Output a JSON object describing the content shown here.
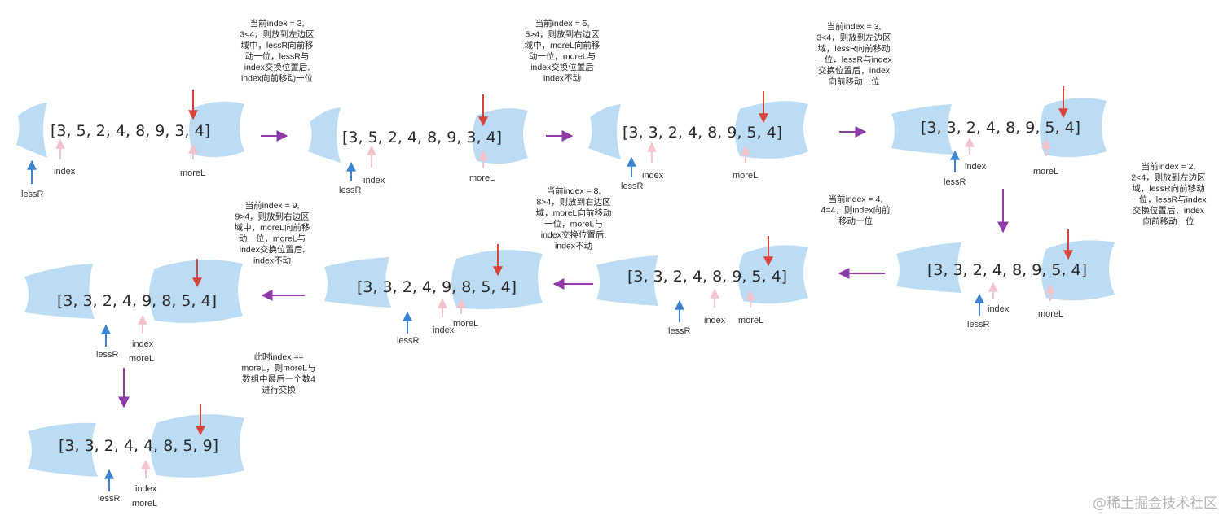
{
  "states": [
    {
      "array": "[3, 5, 2, 4, 8, 9, 3, 4]",
      "less_label": "lessR",
      "index_label": "index",
      "more_label": "moreL"
    },
    {
      "array": "[3, 5, 2, 4, 8, 9, 3, 4]",
      "less_label": "lessR",
      "index_label": "index",
      "more_label": "moreL"
    },
    {
      "array": "[3, 3, 2, 4, 8, 9, 5, 4]",
      "less_label": "lessR",
      "index_label": "index",
      "more_label": "moreL"
    },
    {
      "array": "[3, 3, 2, 4, 8, 9, 5, 4]",
      "less_label": "lessR",
      "index_label": "index",
      "more_label": "moreL"
    },
    {
      "array": "[3, 3, 2, 4, 8, 9, 5, 4]",
      "less_label": "lessR",
      "index_label": "index",
      "more_label": "moreL"
    },
    {
      "array": "[3, 3, 2, 4, 8, 9, 5, 4]",
      "less_label": "lessR",
      "index_label": "index",
      "more_label": "moreL"
    },
    {
      "array": "[3, 3, 2, 4, 9, 8, 5, 4]",
      "less_label": "lessR",
      "index_label": "index",
      "more_label": "moreL"
    },
    {
      "array": "[3, 3, 2, 4, 9, 8, 5, 4]",
      "less_label": "lessR",
      "index_label": "index",
      "more_label": "moreL"
    },
    {
      "array": "[3, 3, 2, 4, 4, 8, 5, 9]",
      "less_label": "lessR",
      "index_label": "index",
      "more_label": "moreL"
    }
  ],
  "notes": [
    [
      "当前index = 3,",
      "3<4，则放到左边区",
      "域中，lessR向前移",
      "动一位，lessR与",
      "index交换位置后,",
      "index向前移动一位"
    ],
    [
      "当前index = 5,",
      "5>4，则放到右边区",
      "域中，moreL向前移",
      "动一位，moreL与",
      "index交换位置后",
      "index不动"
    ],
    [
      "当前index = 3,",
      "3<4，则放到左边区",
      "域，lessR向前移动",
      "一位，lessR与index",
      "交换位置后，index",
      "向前移动一位"
    ],
    [
      "当前index = 2,",
      "2<4，则放到左边区",
      "域，lessR向前移动",
      "一位，lessR与index",
      "交换位置后，index",
      "向前移动一位"
    ],
    [
      "当前index = 4,",
      "4=4，则index向前",
      "移动一位"
    ],
    [
      "当前index = 8,",
      "8>4，则放到右边区",
      "域，moreL向前移动",
      "一位，moreL与",
      "index交换位置后,",
      "index不动"
    ],
    [
      "当前index = 9,",
      "9>4，则放到右边区",
      "域中，moreL向前移",
      "动一位，moreL与",
      "index交换位置后,",
      "index不动"
    ],
    [
      "此时index ==",
      "moreL，则moreL与",
      "数组中最后一个数4",
      "进行交换"
    ]
  ],
  "watermark": "@稀土掘金技术社区",
  "colors": {
    "region_fill": "#bcdcf5",
    "less_pointer": "#3d84d3",
    "index_pointer": "#f3c2cb",
    "more_pointer": "#d8433c",
    "flow_arrow": "#8e3aa8",
    "text": "#2a2a2a"
  }
}
